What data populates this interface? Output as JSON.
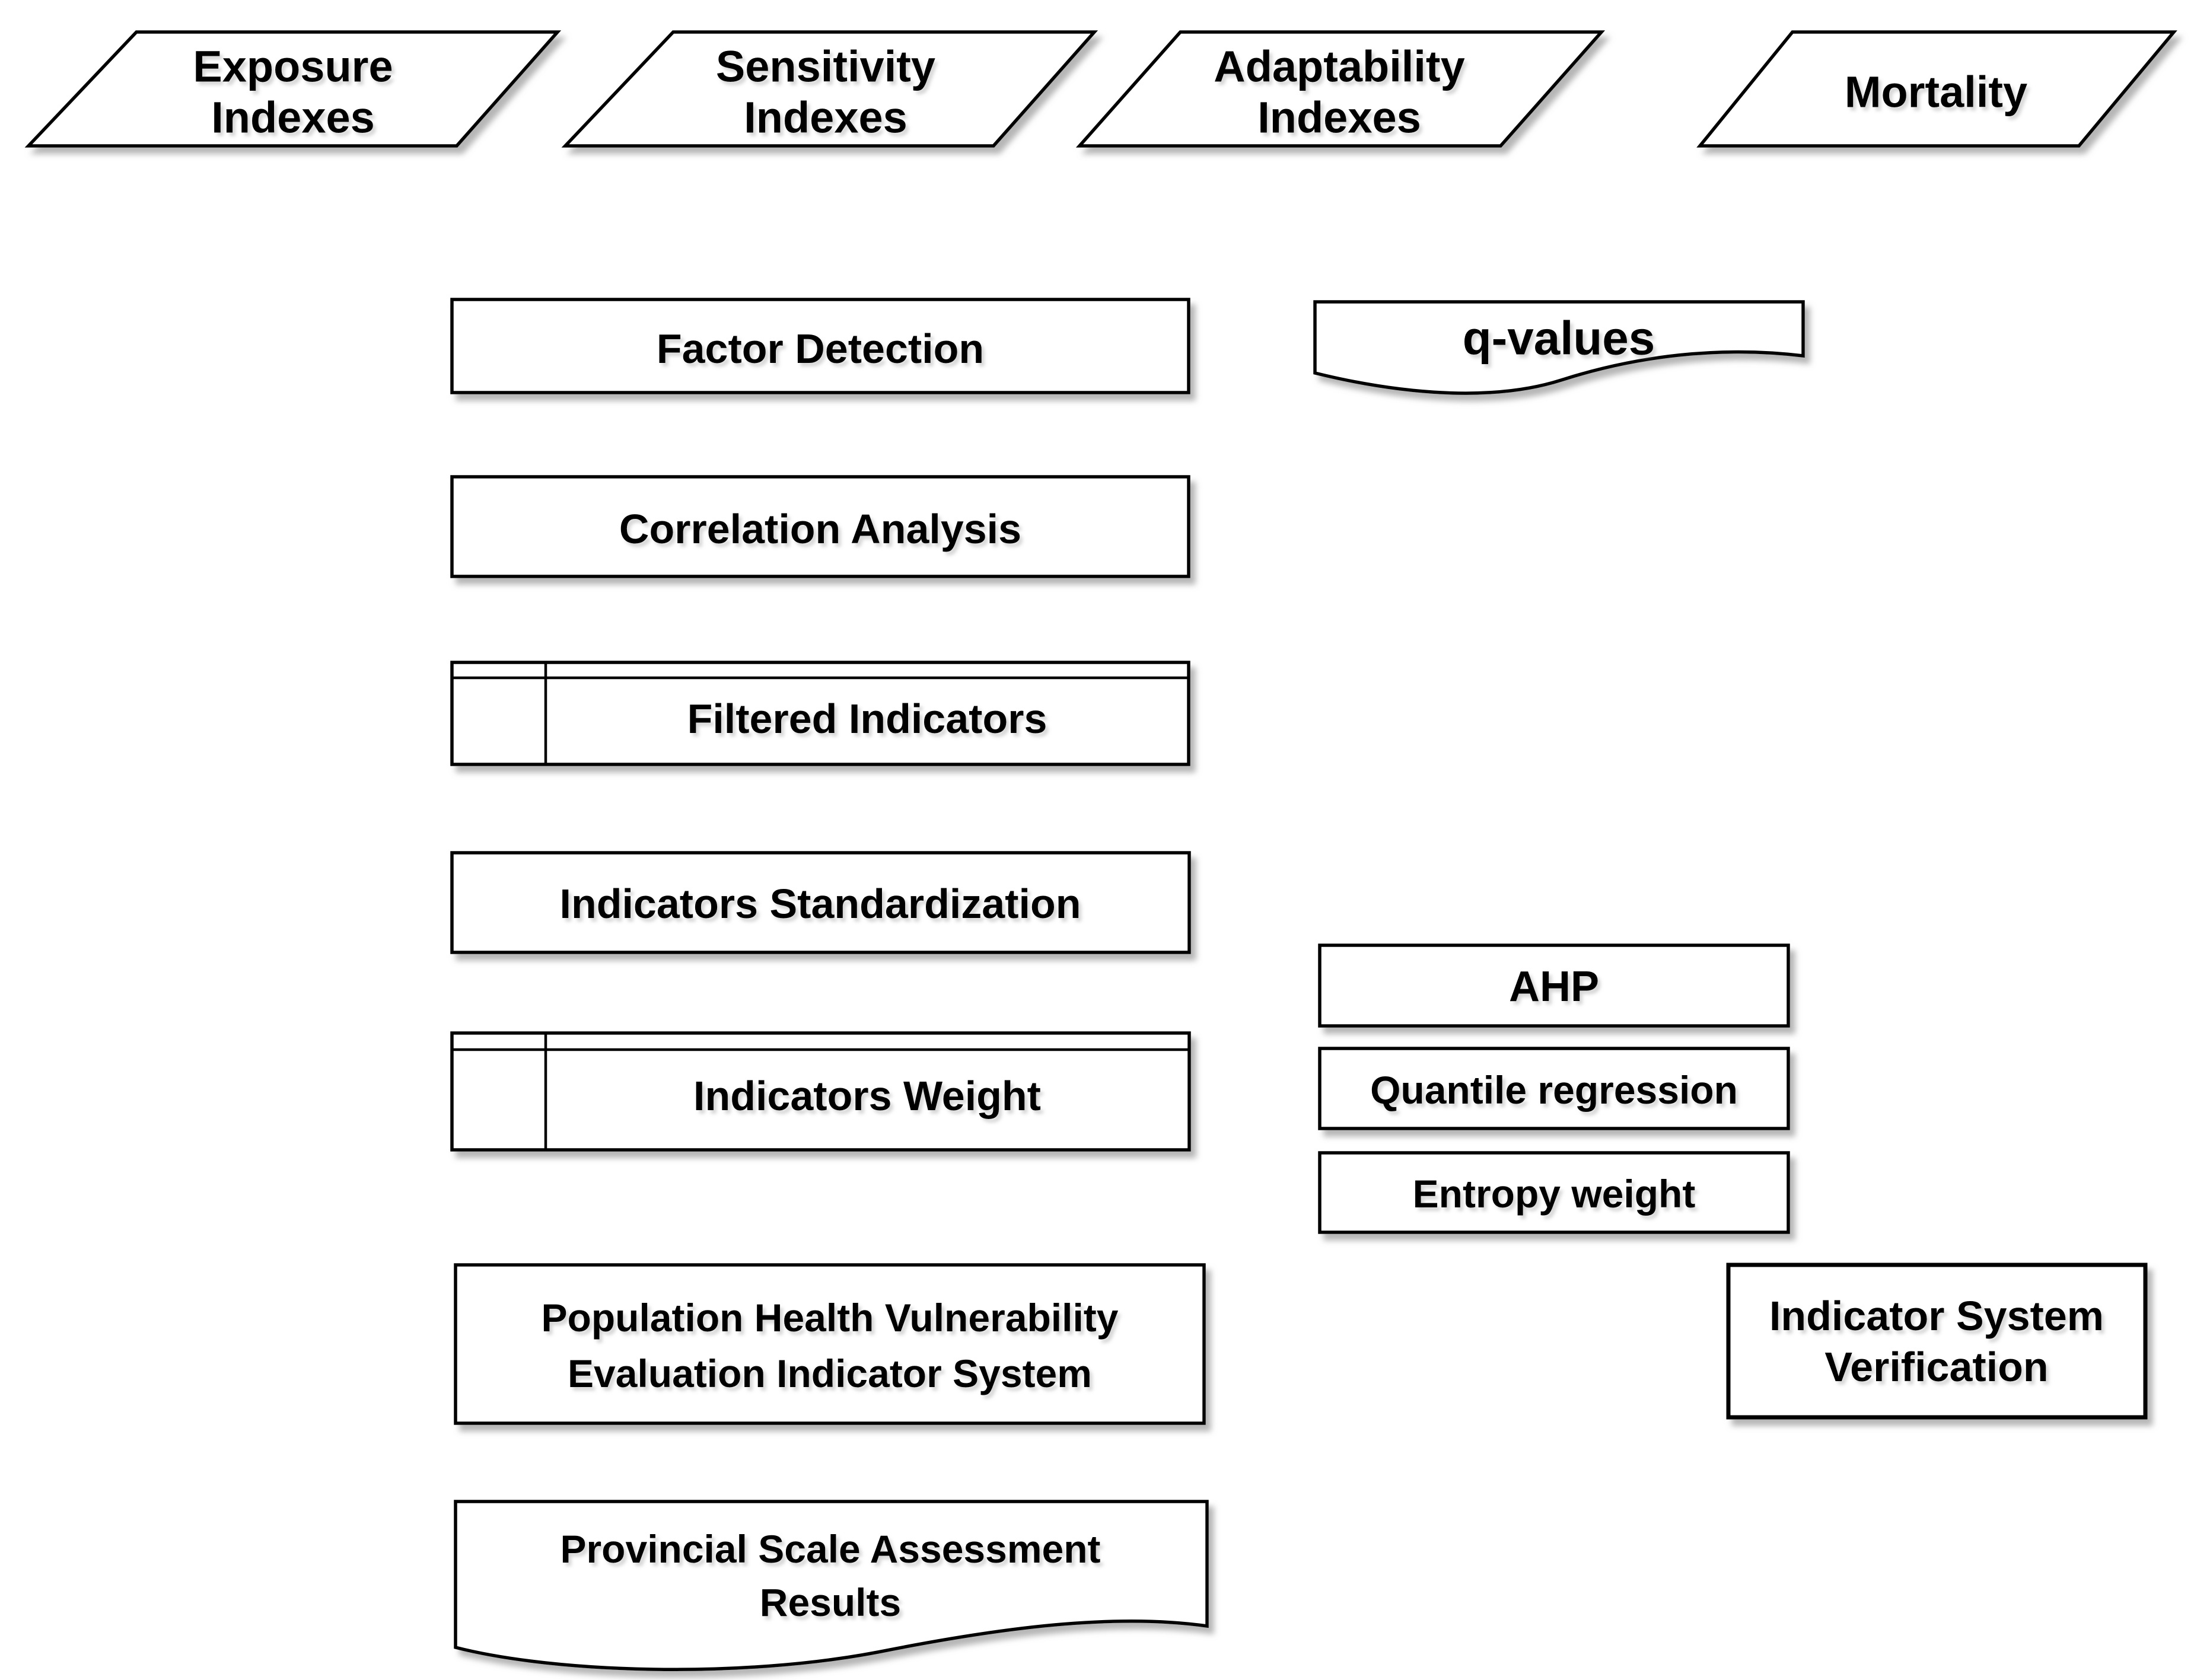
{
  "nodes": {
    "exposure": {
      "shape": "parallelogram-input",
      "lines": [
        "Exposure",
        "Indexes"
      ]
    },
    "sensitivity": {
      "shape": "parallelogram-input",
      "lines": [
        "Sensitivity",
        "Indexes"
      ]
    },
    "adaptability": {
      "shape": "parallelogram-input",
      "lines": [
        "Adaptability",
        "Indexes"
      ]
    },
    "mortality": {
      "shape": "parallelogram-input",
      "lines": [
        "Mortality"
      ]
    },
    "factor_detection": {
      "shape": "process-box",
      "lines": [
        "Factor Detection"
      ]
    },
    "q_values": {
      "shape": "document",
      "lines": [
        "q-values"
      ]
    },
    "correlation_analysis": {
      "shape": "process-box",
      "lines": [
        "Correlation Analysis"
      ]
    },
    "filtered_indicators": {
      "shape": "internal-storage",
      "lines": [
        "Filtered Indicators"
      ]
    },
    "indicators_standardization": {
      "shape": "process-box",
      "lines": [
        "Indicators Standardization"
      ]
    },
    "indicators_weight": {
      "shape": "internal-storage",
      "lines": [
        "Indicators Weight"
      ]
    },
    "ahp": {
      "shape": "process-box",
      "lines": [
        "AHP"
      ]
    },
    "quantile_regression": {
      "shape": "process-box",
      "lines": [
        "Quantile regression"
      ]
    },
    "entropy_weight": {
      "shape": "process-box",
      "lines": [
        "Entropy weight"
      ]
    },
    "phv_system": {
      "shape": "process-box",
      "lines": [
        "Population Health Vulnerability",
        "Evaluation Indicator System"
      ]
    },
    "verification": {
      "shape": "process-box",
      "lines": [
        "Indicator System",
        "Verification"
      ]
    },
    "provincial_results": {
      "shape": "document",
      "lines": [
        "Provincial Scale Assessment",
        "Results"
      ]
    }
  },
  "colors": {
    "stroke": "#000000",
    "fill": "#ffffff",
    "background": "#ffffff",
    "shadow": "#7a7a7a"
  }
}
